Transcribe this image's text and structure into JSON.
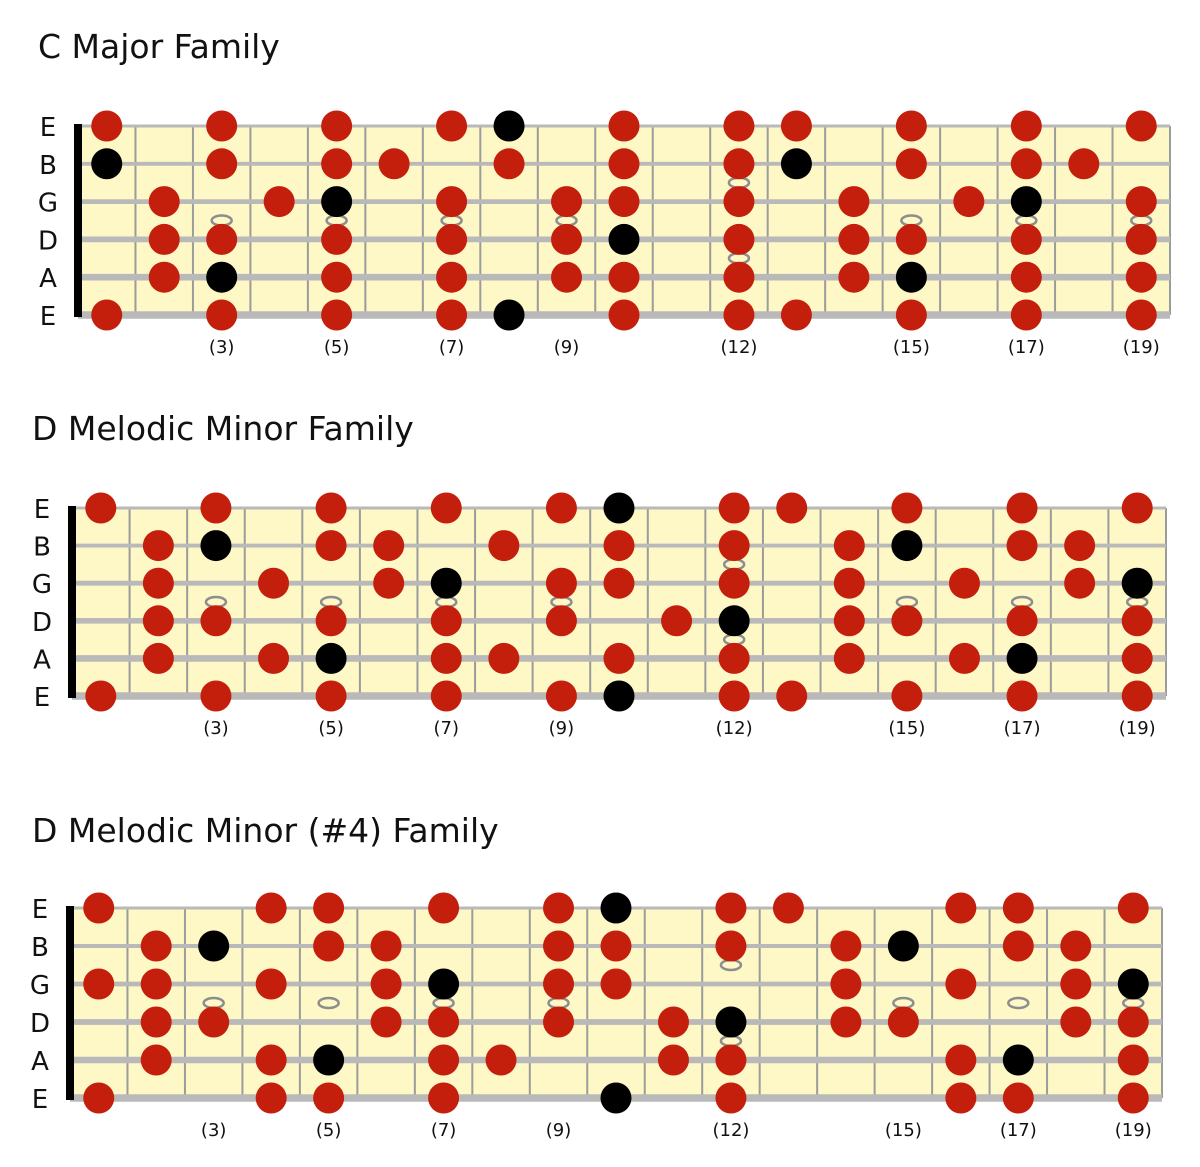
{
  "colors": {
    "board": "#fdf8c6",
    "string": "#b9b9b9",
    "fret": "#9b9b9b",
    "nut": "#000000",
    "note": "#c41e0c",
    "root": "#000000",
    "inlay": "#8d8d8d"
  },
  "string_names": [
    "E",
    "B",
    "G",
    "D",
    "A",
    "E"
  ],
  "fret_labels": [
    {
      "fret": 3,
      "text": "(3)"
    },
    {
      "fret": 5,
      "text": "(5)"
    },
    {
      "fret": 7,
      "text": "(7)"
    },
    {
      "fret": 9,
      "text": "(9)"
    },
    {
      "fret": 12,
      "text": "(12)"
    },
    {
      "fret": 15,
      "text": "(15)"
    },
    {
      "fret": 17,
      "text": "(17)"
    },
    {
      "fret": 19,
      "text": "(19)"
    }
  ],
  "diagrams": [
    {
      "title": "C Major Family",
      "notes": [
        [
          1,
          3,
          5,
          7,
          8,
          10,
          12,
          13,
          15,
          17,
          19
        ],
        [
          1,
          3,
          5,
          6,
          8,
          10,
          12,
          13,
          15,
          17,
          18
        ],
        [
          2,
          4,
          5,
          7,
          9,
          10,
          12,
          14,
          16,
          17,
          19
        ],
        [
          2,
          3,
          5,
          7,
          9,
          10,
          12,
          14,
          15,
          17,
          19
        ],
        [
          2,
          3,
          5,
          7,
          9,
          10,
          12,
          14,
          15,
          17,
          19
        ],
        [
          1,
          3,
          5,
          7,
          8,
          10,
          12,
          13,
          15,
          17,
          19
        ]
      ],
      "roots": [
        [
          8
        ],
        [
          1,
          13
        ],
        [
          5,
          17
        ],
        [
          10
        ],
        [
          3,
          15
        ],
        [
          8
        ]
      ]
    },
    {
      "title": "D Melodic Minor Family",
      "notes": [
        [
          1,
          3,
          5,
          7,
          9,
          10,
          12,
          13,
          15,
          17,
          19
        ],
        [
          2,
          3,
          5,
          6,
          8,
          10,
          12,
          14,
          15,
          17,
          18
        ],
        [
          2,
          4,
          6,
          7,
          9,
          10,
          12,
          14,
          16,
          18,
          19
        ],
        [
          2,
          3,
          5,
          7,
          9,
          11,
          12,
          14,
          15,
          17,
          19
        ],
        [
          2,
          4,
          5,
          7,
          8,
          10,
          12,
          14,
          16,
          17,
          19
        ],
        [
          1,
          3,
          5,
          7,
          9,
          10,
          12,
          13,
          15,
          17,
          19
        ]
      ],
      "roots": [
        [
          10
        ],
        [
          3,
          15
        ],
        [
          7,
          19
        ],
        [
          12
        ],
        [
          5,
          17
        ],
        [
          10
        ]
      ]
    },
    {
      "title": "D Melodic Minor (#4) Family",
      "notes": [
        [
          1,
          4,
          5,
          7,
          9,
          10,
          12,
          13,
          16,
          17,
          19
        ],
        [
          2,
          3,
          5,
          6,
          9,
          10,
          12,
          14,
          15,
          17,
          18
        ],
        [
          1,
          2,
          4,
          6,
          7,
          9,
          10,
          14,
          16,
          18,
          19
        ],
        [
          2,
          3,
          6,
          7,
          9,
          11,
          12,
          14,
          15,
          18,
          19
        ],
        [
          2,
          4,
          5,
          7,
          8,
          11,
          12,
          16,
          17,
          19
        ],
        [
          1,
          4,
          5,
          7,
          10,
          12,
          16,
          17,
          19
        ]
      ],
      "roots": [
        [
          10
        ],
        [
          3,
          15
        ],
        [
          7,
          19
        ],
        [
          12
        ],
        [
          5,
          17
        ],
        [
          10
        ]
      ]
    }
  ]
}
